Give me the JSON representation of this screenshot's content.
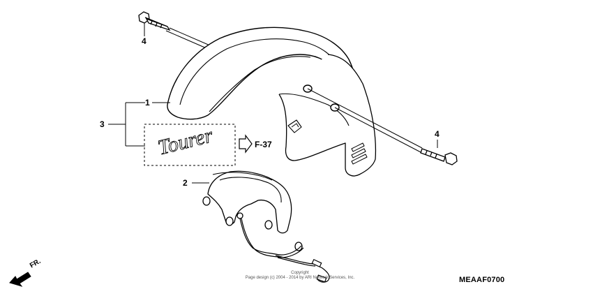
{
  "callouts": {
    "part_1": "1",
    "part_2": "2",
    "part_3": "3",
    "part_4_top": "4",
    "part_4_right": "4"
  },
  "reference": {
    "figure_ref": "F-37",
    "diagram_code": "MEAAF0700"
  },
  "emblem_text": "Tourer",
  "direction_label": "FR.",
  "copyright": {
    "line1": "Copyright",
    "line2": "Page design (c) 2004 - 2014 by ARI Network Services, Inc."
  }
}
